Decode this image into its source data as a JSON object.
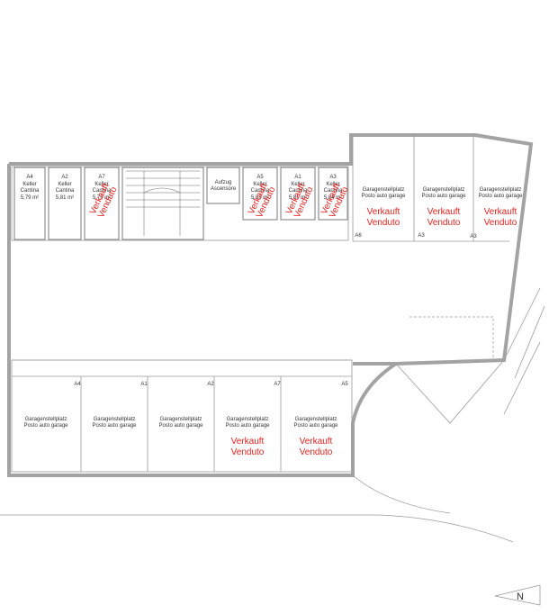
{
  "cellars": [
    {
      "code": "A4",
      "l1": "Keller",
      "l2": "Cantina",
      "area": "5,79 m²",
      "sold": false
    },
    {
      "code": "A2",
      "l1": "Keller",
      "l2": "Cantina",
      "area": "5,81 m²",
      "sold": false
    },
    {
      "code": "A7",
      "l1": "Keller",
      "l2": "Cantina",
      "area": "5,79 m²",
      "sold": true
    },
    {
      "code": "A5",
      "l1": "Keller",
      "l2": "Cantina",
      "area": "5,83 m²",
      "sold": true
    },
    {
      "code": "A1",
      "l1": "Keller",
      "l2": "Cantina",
      "area": "5,81 m²",
      "sold": true
    },
    {
      "code": "A3",
      "l1": "Keller",
      "l2": "Cantina",
      "area": "5,84 m²",
      "sold": true
    }
  ],
  "lift": {
    "l1": "Aufzug",
    "l2": "Ascensore"
  },
  "garage_label": {
    "l1": "Garagenstellplatz",
    "l2": "Posto auto garage"
  },
  "sold_label": {
    "l1": "Verkauft",
    "l2": "Venduto"
  },
  "upper_garages": [
    {
      "code": "A6",
      "sold": true
    },
    {
      "code": "A3",
      "sold": true
    },
    {
      "code": "A3",
      "sold": true
    }
  ],
  "lower_garages": [
    {
      "code": "A4",
      "sold": false
    },
    {
      "code": "A1",
      "sold": false
    },
    {
      "code": "A2",
      "sold": false
    },
    {
      "code": "A7",
      "sold": true
    },
    {
      "code": "A5",
      "sold": true
    }
  ],
  "north_label": "N"
}
